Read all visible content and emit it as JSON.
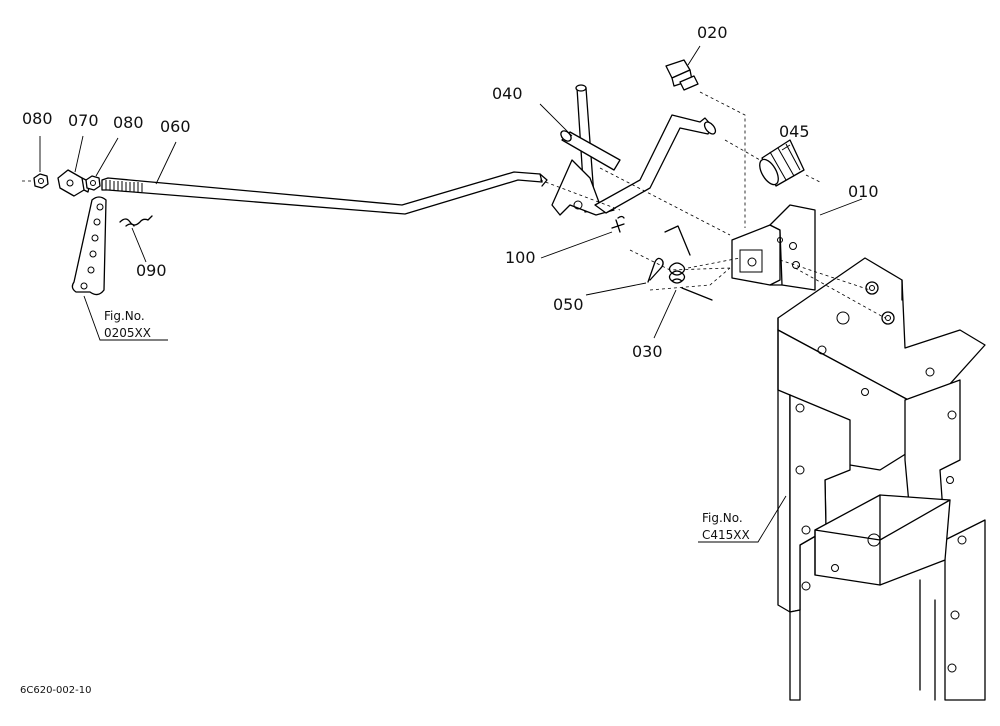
{
  "diagram_code": "6C620-002-10",
  "callouts": [
    {
      "id": "p010",
      "label": "010"
    },
    {
      "id": "p020",
      "label": "020"
    },
    {
      "id": "p030",
      "label": "030"
    },
    {
      "id": "p040",
      "label": "040"
    },
    {
      "id": "p045",
      "label": "045"
    },
    {
      "id": "p050",
      "label": "050"
    },
    {
      "id": "p060",
      "label": "060"
    },
    {
      "id": "p070",
      "label": "070"
    },
    {
      "id": "p080a",
      "label": "080"
    },
    {
      "id": "p080b",
      "label": "080"
    },
    {
      "id": "p090",
      "label": "090"
    },
    {
      "id": "p100",
      "label": "100"
    }
  ],
  "figure_refs": [
    {
      "line1": "Fig.No.",
      "line2": "0205XX"
    },
    {
      "line1": "Fig.No.",
      "line2": "C415XX"
    }
  ]
}
